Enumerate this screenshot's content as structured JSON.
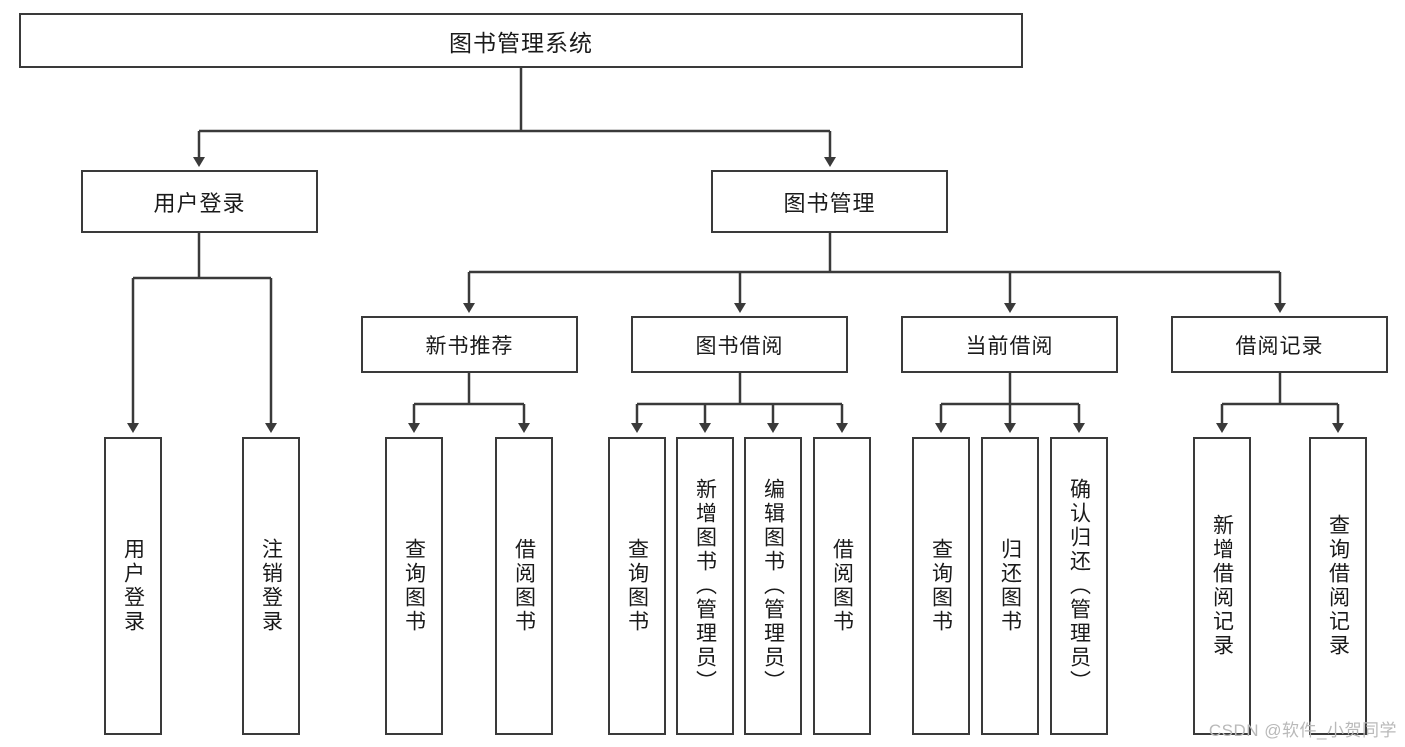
{
  "diagram": {
    "type": "tree",
    "title": "图书管理系统",
    "watermark": "CSDN @软件_小贺同学",
    "colors": {
      "box_border": "#3a3a3a",
      "box_fill": "#ffffff",
      "connector": "#3a3a3a",
      "text": "#1a1a1a",
      "watermark": "#b9b9b9"
    },
    "nodes": {
      "root": {
        "label": "图书管理系统"
      },
      "level2": [
        {
          "label": "用户登录"
        },
        {
          "label": "图书管理"
        }
      ],
      "level3": [
        {
          "label": "新书推荐"
        },
        {
          "label": "图书借阅"
        },
        {
          "label": "当前借阅"
        },
        {
          "label": "借阅记录"
        }
      ],
      "leaves": {
        "user_login": [
          {
            "label": "用户登录"
          },
          {
            "label": "注销登录"
          }
        ],
        "new_book_recommend": [
          {
            "label": "查询图书"
          },
          {
            "label": "借阅图书"
          }
        ],
        "book_borrow": [
          {
            "label": "查询图书"
          },
          {
            "label": "新增图书（管理员）"
          },
          {
            "label": "编辑图书（管理员）"
          },
          {
            "label": "借阅图书"
          }
        ],
        "current_borrow": [
          {
            "label": "查询图书"
          },
          {
            "label": "归还图书"
          },
          {
            "label": "确认归还（管理员）"
          }
        ],
        "borrow_record": [
          {
            "label": "新增借阅记录"
          },
          {
            "label": "查询借阅记录"
          }
        ]
      }
    }
  }
}
